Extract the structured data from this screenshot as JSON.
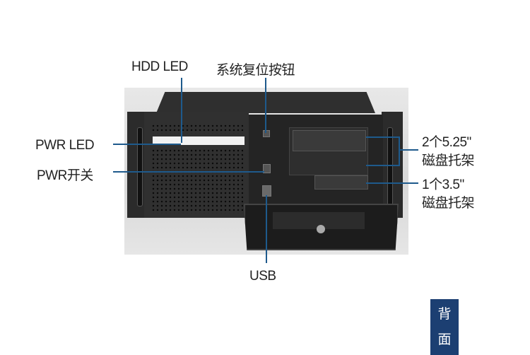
{
  "labels": {
    "hdd_led": "HDD LED",
    "reset_button": "系统复位按钮",
    "pwr_led": "PWR LED",
    "pwr_switch": "PWR开关",
    "bay_525_line1": "2个5.25\"",
    "bay_525_line2": "磁盘托架",
    "bay_35_line1": "1个3.5\"",
    "bay_35_line2": "磁盘托架",
    "usb": "USB"
  },
  "badge": {
    "char1": "背",
    "char2": "面"
  },
  "colors": {
    "leader_line": "#1e5a8c",
    "badge_bg": "#1c3f72",
    "label_text": "#222222"
  }
}
